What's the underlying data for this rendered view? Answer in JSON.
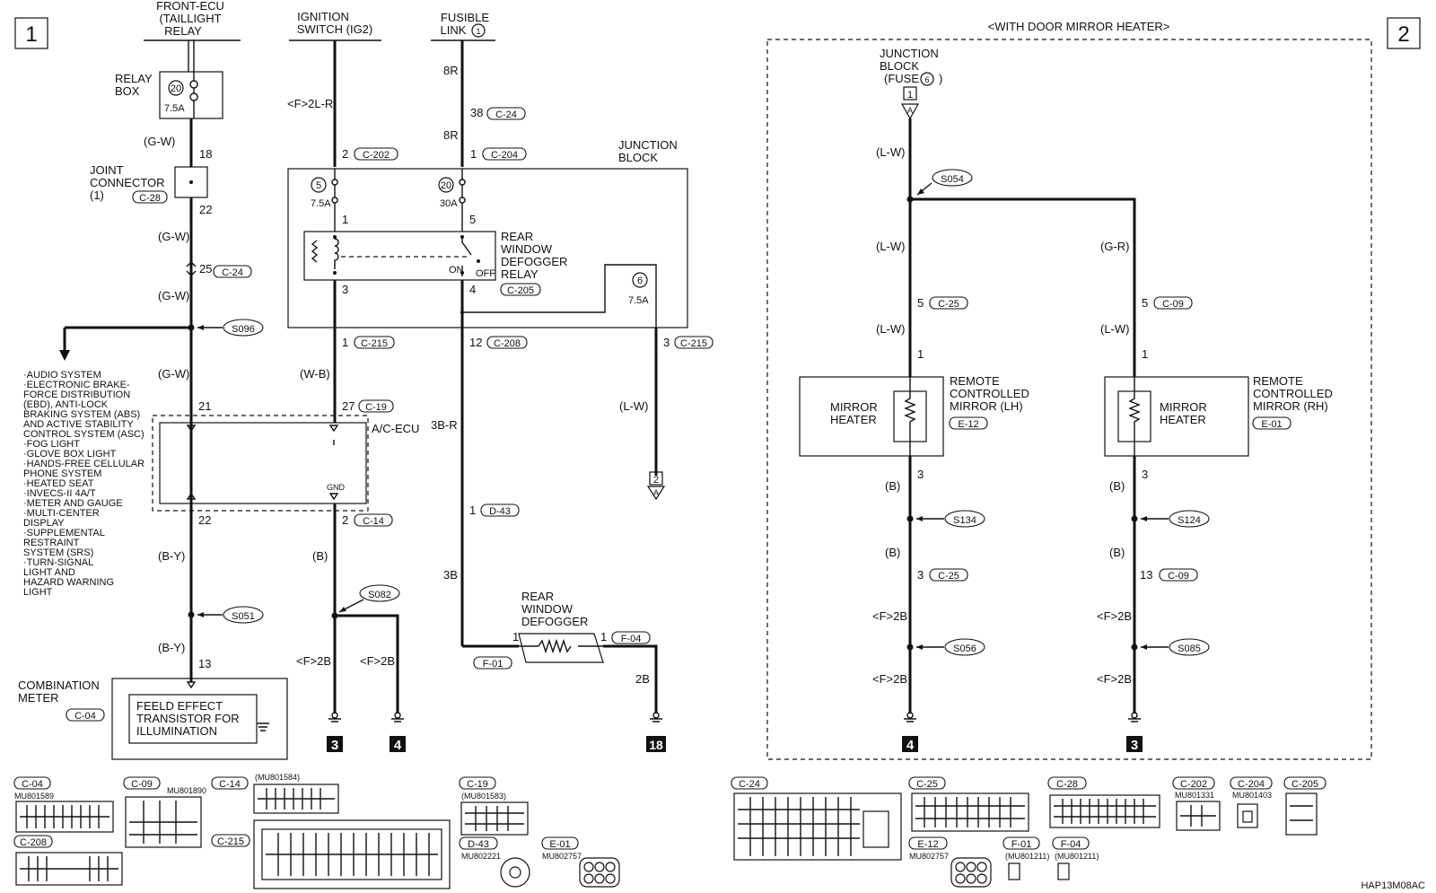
{
  "page": {
    "left_number": "1",
    "right_number": "2",
    "code": "HAP13M08AC"
  },
  "sources": {
    "front_ecu": [
      "FRONT-ECU",
      "(TAILLIGHT",
      "RELAY"
    ],
    "ignition": [
      "IGNITION",
      "SWITCH (IG2)"
    ],
    "fusible": [
      "FUSIBLE",
      "LINK"
    ],
    "fusible_num": "1"
  },
  "relay_box": {
    "label": [
      "RELAY",
      "BOX"
    ],
    "fuse_no": "20",
    "amp": "7.5A"
  },
  "joint_connector": {
    "label": [
      "JOINT",
      "CONNECTOR",
      "(1)"
    ],
    "conn": "C-28"
  },
  "junction_block": {
    "label": [
      "JUNCTION",
      "BLOCK"
    ],
    "fuse1_no": "5",
    "fuse1_amp": "7.5A",
    "fuse2_no": "20",
    "fuse2_amp": "30A",
    "fuse3_no": "6",
    "fuse3_amp": "7.5A",
    "on": "ON",
    "off": "OFF"
  },
  "defogger_relay": {
    "label": [
      "REAR",
      "WINDOW",
      "DEFOGGER",
      "RELAY"
    ],
    "conn": "C-205"
  },
  "ac_ecu": {
    "label": "A/C-ECU",
    "gnd": "GND"
  },
  "combination_meter": {
    "label": [
      "COMBINATION",
      "METER"
    ],
    "conn": "C-04",
    "inner": [
      "FEELD EFFECT",
      "TRANSISTOR FOR",
      "ILLUMINATION"
    ]
  },
  "rear_defogger": {
    "label": [
      "REAR",
      "WINDOW",
      "DEFOGGER"
    ]
  },
  "systems_list": [
    "·AUDIO SYSTEM",
    "·ELECTRONIC BRAKE-",
    " FORCE DISTRIBUTION",
    " (EBD), ANTI-LOCK",
    " BRAKING SYSTEM (ABS)",
    " AND ACTIVE STABILITY",
    " CONTROL SYSTEM (ASC)",
    "·FOG LIGHT",
    "·GLOVE BOX LIGHT",
    "·HANDS-FREE CELLULAR",
    " PHONE SYSTEM",
    "·HEATED SEAT",
    "·INVECS-II 4A/T",
    "·METER AND GAUGE",
    "·MULTI-CENTER",
    " DISPLAY",
    "·SUPPLEMENTAL",
    " RESTRAINT",
    " SYSTEM (SRS)",
    "·TURN-SIGNAL",
    " LIGHT AND",
    " HAZARD WARNING",
    " LIGHT"
  ],
  "wires": {
    "gw": "(G-W)",
    "wb": "(W-B)",
    "by": "(B-Y)",
    "b": "(B)",
    "lw": "(L-W)",
    "gr": "(G-R)",
    "f2lr": "<F>2L-R",
    "r8": "8R",
    "b3r": "3B-R",
    "b3": "3B",
    "f2b": "<F>2B",
    "b2": "2B"
  },
  "pins": {
    "p18": "18",
    "p22": "22",
    "p25": "25",
    "p2": "2",
    "p1": "1",
    "p38": "38",
    "p3": "3",
    "p4": "4",
    "p5": "5",
    "p12": "12",
    "p21": "21",
    "p27": "27",
    "p13": "13"
  },
  "connectors": {
    "c24": "C-24",
    "c202": "C-202",
    "c204": "C-204",
    "c215": "C-215",
    "c208": "C-208",
    "c19": "C-19",
    "c14": "C-14",
    "d43": "D-43",
    "f04": "F-04",
    "f01": "F-01",
    "c25": "C-25",
    "c09": "C-09",
    "e12": "E-12",
    "e01": "E-01"
  },
  "splices": {
    "s096": "S096",
    "s051": "S051",
    "s082": "S082",
    "s054": "S054",
    "s134": "S134",
    "s124": "S124",
    "s056": "S056",
    "s085": "S085"
  },
  "grounds": {
    "g3": "3",
    "g4": "4",
    "g18": "18"
  },
  "arrows": {
    "to2": "2",
    "from1": "1",
    "arrow_letter": "A"
  },
  "mirror_section": {
    "title": "<WITH DOOR MIRROR HEATER>",
    "junction": [
      "JUNCTION",
      "BLOCK",
      "(FUSE"
    ],
    "fuse_no": "6",
    "heater": [
      "MIRROR",
      "HEATER"
    ],
    "lh": [
      "REMOTE",
      "CONTROLLED",
      "MIRROR (LH)"
    ],
    "rh": [
      "REMOTE",
      "CONTROLLED",
      "MIRROR (RH)"
    ]
  },
  "connector_views": {
    "c04": {
      "name": "C-04",
      "part": "MU801589"
    },
    "c09": {
      "name": "C-09",
      "part": "MU801890"
    },
    "c14": {
      "name": "C-14",
      "part": "(MU801584)"
    },
    "c19": {
      "name": "C-19",
      "part": "(MU801583)"
    },
    "c208": {
      "name": "C-208"
    },
    "c215": {
      "name": "C-215"
    },
    "d43": {
      "name": "D-43",
      "part": "MU802221"
    },
    "e01": {
      "name": "E-01",
      "part": "MU802757"
    },
    "c24": {
      "name": "C-24"
    },
    "c25": {
      "name": "C-25"
    },
    "c28": {
      "name": "C-28"
    },
    "c202": {
      "name": "C-202",
      "part": "MU801331"
    },
    "c204": {
      "name": "C-204",
      "part": "MU801403"
    },
    "c205": {
      "name": "C-205"
    },
    "e12": {
      "name": "E-12",
      "part": "MU802757"
    },
    "f01": {
      "name": "F-01",
      "part": "(MU801211)"
    },
    "f04": {
      "name": "F-04",
      "part": "(MU801211)"
    }
  }
}
